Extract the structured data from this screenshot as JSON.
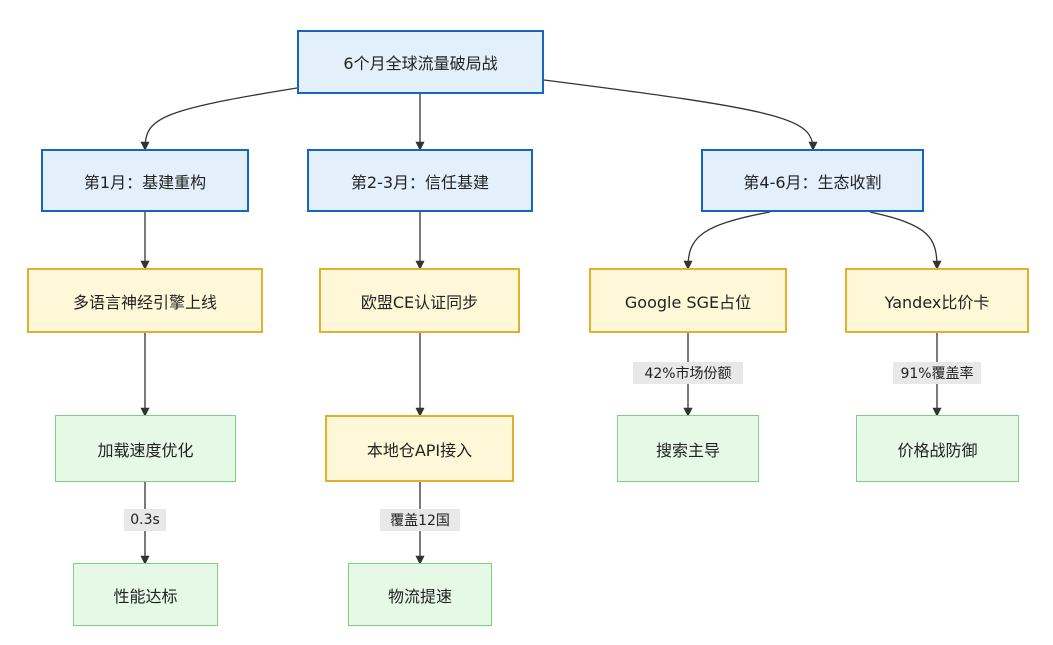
{
  "nodes": {
    "root": "6个月全球流量破局战",
    "m1": "第1月：基建重构",
    "m23": "第2-3月：信任基建",
    "m46": "第4-6月：生态收割",
    "n_multilang": "多语言神经引擎上线",
    "n_speed": "加载速度优化",
    "n_perf": "性能达标",
    "n_ce": "欧盟CE认证同步",
    "n_api": "本地仓API接入",
    "n_logistics": "物流提速",
    "n_google": "Google SGE占位",
    "n_search": "搜索主导",
    "n_yandex": "Yandex比价卡",
    "n_pricewar": "价格战防御"
  },
  "edge_labels": {
    "speed_to_perf": "0.3s",
    "api_to_logistics": "覆盖12国",
    "google_to_search": "42%市场份额",
    "yandex_to_pricewar": "91%覆盖率"
  },
  "colors": {
    "blue_fill": "#e3f0fc",
    "blue_border": "#1565c0",
    "yellow_fill": "#fff8d8",
    "yellow_border": "#e2b02e",
    "green_fill": "#e6f9e6",
    "green_border": "#7fcf85",
    "edge": "#333333"
  }
}
